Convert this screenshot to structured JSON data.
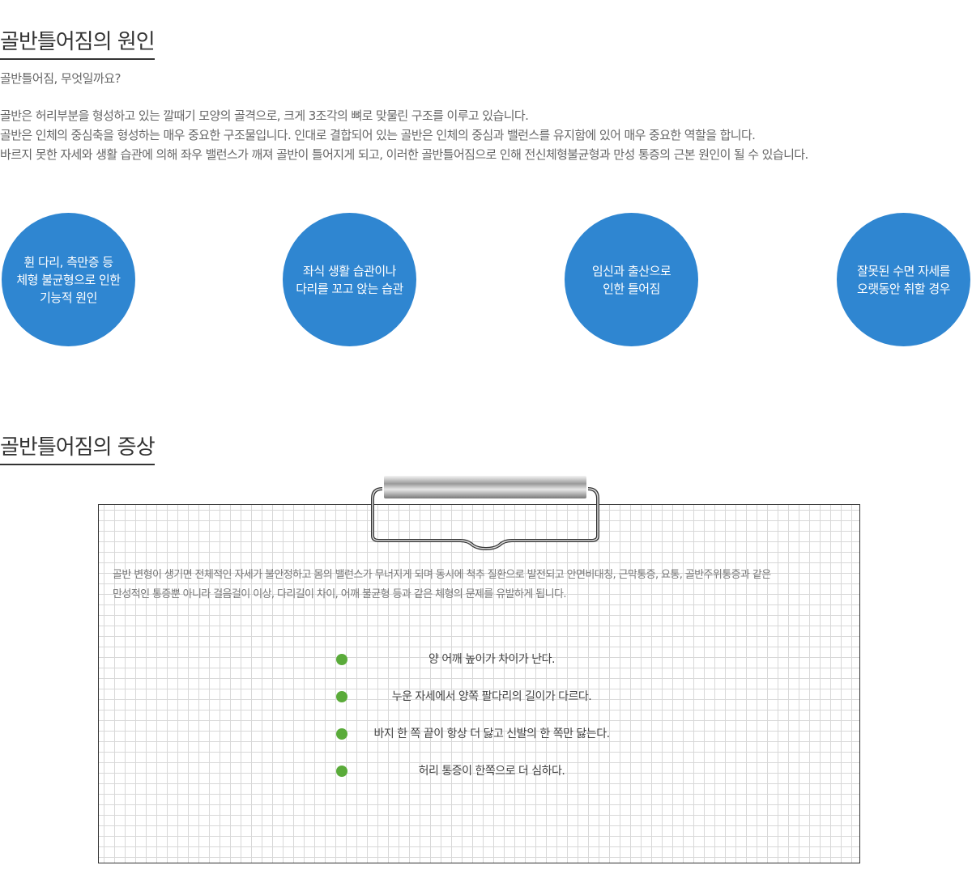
{
  "cause": {
    "title": "골반틀어짐의 원인",
    "subtitle": "골반틀어짐, 무엇일까요?",
    "description": [
      "골반은 허리부분을 형성하고 있는 깔때기 모양의 골격으로, 크게 3조각의 뼈로 맞물린 구조를 이루고 있습니다.",
      "골반은 인체의 중심축을 형성하는 매우 중요한 구조물입니다. 인대로 결합되어 있는 골반은 인체의 중심과 밸런스를 유지함에 있어 매우 중요한 역할을 합니다.",
      "바르지 못한 자세와 생활 습관에 의해 좌우 밸런스가 깨져 골반이 틀어지게 되고, 이러한 골반틀어짐으로 인해 전신체형불균형과 만성 통증의 근본 원인이 될 수 있습니다."
    ],
    "circles": [
      [
        "휜 다리, 측만증 등",
        "체형 불균형으로 인한",
        "기능적 원인"
      ],
      [
        "좌식 생활 습관이나",
        "다리를 꼬고 앉는 습관"
      ],
      [
        "임신과 출산으로",
        "인한 틀어짐"
      ],
      [
        "잘못된 수면 자세를",
        "오랫동안 취할 경우"
      ]
    ],
    "circle_color": "#2f86d1"
  },
  "symptom": {
    "title": "골반틀어짐의 증상",
    "board_text": [
      "골반 변형이 생기면 전체적인 자세가 불안정하고 몸의 밸런스가 무너지게 되며 동시에 척추 질환으로 발전되고 안면비대칭, 근막통증, 요통, 골반주위통증과 같은",
      "만성적인 통증뿐 아니라 걸음걸이 이상, 다리길이 차이, 어깨 불균형 등과 같은 체형의 문제를 유발하게 됩니다."
    ],
    "items": [
      "양 어깨 높이가 차이가 난다.",
      "누운 자세에서 양쪽 팔다리의 길이가 다르다.",
      "바지 한 쪽 끝이 항상 더 닳고 신발의 한 쪽만 닳는다.",
      "허리 통증이 한쪽으로 더 심하다."
    ],
    "bullet_color": "#5aab3a"
  }
}
